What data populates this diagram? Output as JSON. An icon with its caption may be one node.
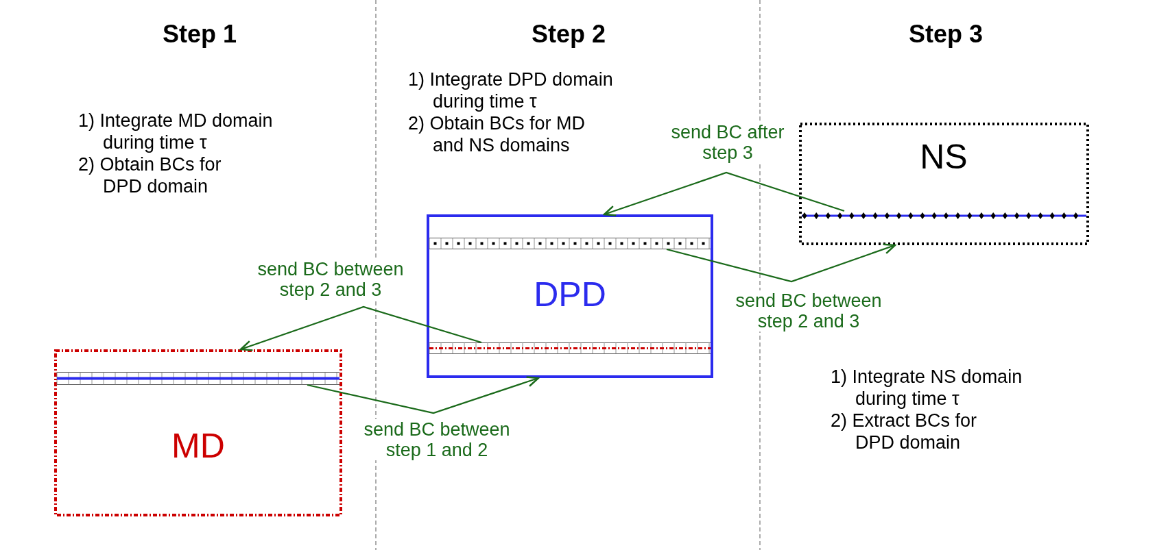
{
  "diagram": {
    "nodes": [
      {
        "text": [
          "MD"
        ]
      },
      {
        "text": [],
        "shape": "bar",
        "in": 0
      },
      {
        "text": [
          "DPD"
        ]
      },
      {
        "text": [],
        "shape": "bar",
        "in": 2
      },
      {
        "text": [],
        "shape": "bar",
        "in": 2
      },
      {
        "text": [
          "NS"
        ]
      },
      {
        "text": [],
        "shape": "bar",
        "in": 5
      }
    ],
    "edges": [
      {
        "from": 1,
        "to": 2,
        "arrow": "to",
        "label": "send BC between step 1 and 2"
      },
      {
        "from": 4,
        "to": 0,
        "arrow": "to",
        "label": "send BC between step 2 and 3"
      },
      {
        "from": 3,
        "to": 5,
        "arrow": "to",
        "label": "send BC between step 2 and 3"
      },
      {
        "from": 6,
        "to": 2,
        "arrow": "to",
        "label": "send BC after step 3"
      }
    ],
    "labels": [
      "Step 1",
      "Step 2",
      "Step 3",
      "1) Integrate DPD domain during time τ",
      "2) Obtain BCs for MD and NS domains",
      "1) Integrate MD domain during time τ",
      "2) Obtain BCs for DPD domain",
      "1) Integrate NS domain during time τ",
      "2) Extract BCs for DPD domain"
    ]
  }
}
